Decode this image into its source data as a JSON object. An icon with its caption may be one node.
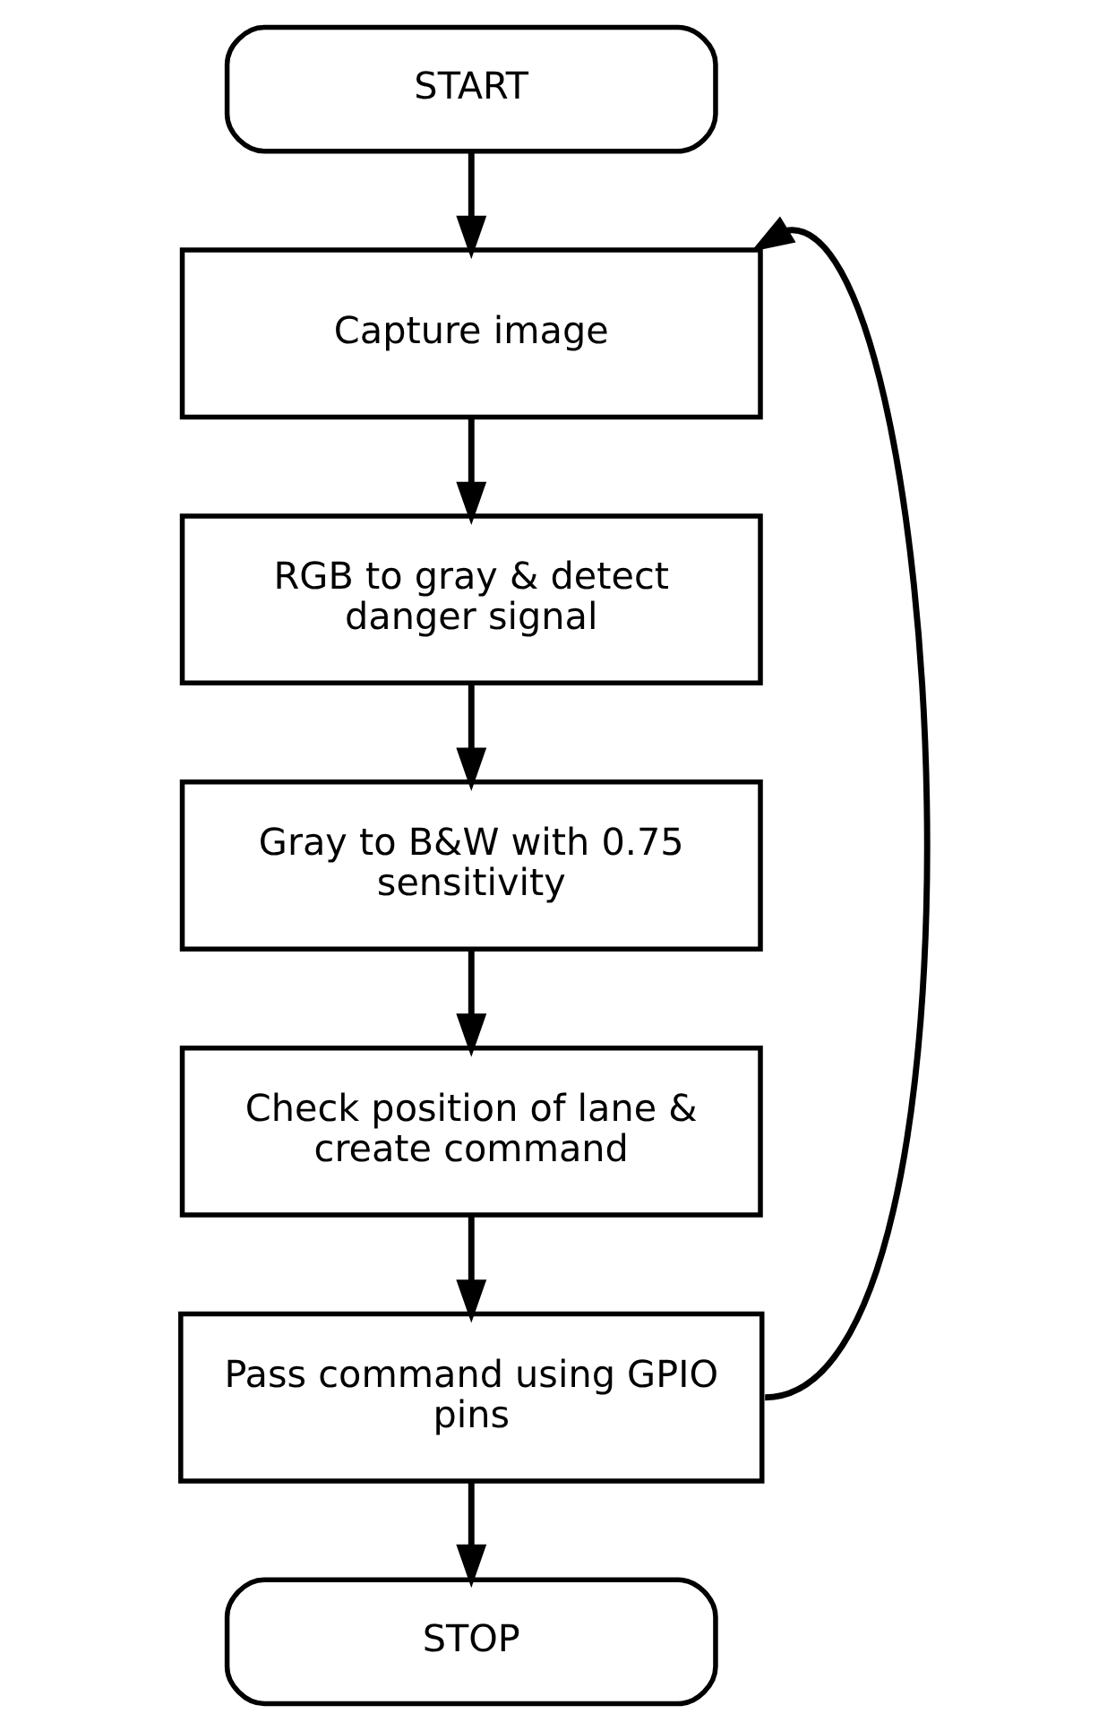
{
  "diagram": {
    "nodes": [
      {
        "text": [
          "START"
        ]
      },
      {
        "text": [
          "Capture image"
        ]
      },
      {
        "text": [
          "RGB to gray & detect danger signal"
        ]
      },
      {
        "text": [
          "Gray to B&W with 0.75 sensitivity"
        ]
      },
      {
        "text": [
          "Check position of lane & create command"
        ]
      },
      {
        "text": [
          "Pass command using GPIO pins"
        ]
      },
      {
        "text": [
          "STOP"
        ]
      }
    ],
    "edges": [
      {
        "from": 0,
        "to": 1,
        "arrow": "to"
      },
      {
        "from": 1,
        "to": 2,
        "arrow": "to"
      },
      {
        "from": 2,
        "to": 3,
        "arrow": "to"
      },
      {
        "from": 3,
        "to": 4,
        "arrow": "to"
      },
      {
        "from": 4,
        "to": 5,
        "arrow": "to"
      },
      {
        "from": 5,
        "to": 6,
        "arrow": "to"
      },
      {
        "from": 5,
        "to": 1,
        "arrow": "to"
      }
    ]
  }
}
